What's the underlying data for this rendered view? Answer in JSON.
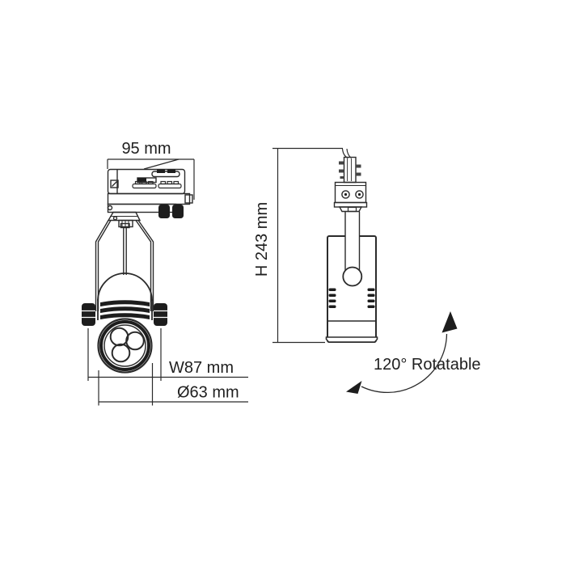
{
  "drawing": {
    "type": "technical-dimension-diagram",
    "subject": "LED track spotlight, front and side orthographic views",
    "views": {
      "front": {
        "label_track_width": "95 mm",
        "label_overall_width": "W87 mm",
        "label_lens_diameter": "Ø63 mm"
      },
      "side": {
        "label_height": "H 243 mm",
        "label_rotation": "120° Rotatable"
      }
    },
    "icons": {
      "rotation_arrow_up": "filled-arrowhead-up",
      "rotation_arrow_down_left": "filled-arrowhead-down-left"
    },
    "colors": {
      "line": "#2b2b2b",
      "dark_fill": "#1d1d1d",
      "background": "#ffffff"
    }
  }
}
